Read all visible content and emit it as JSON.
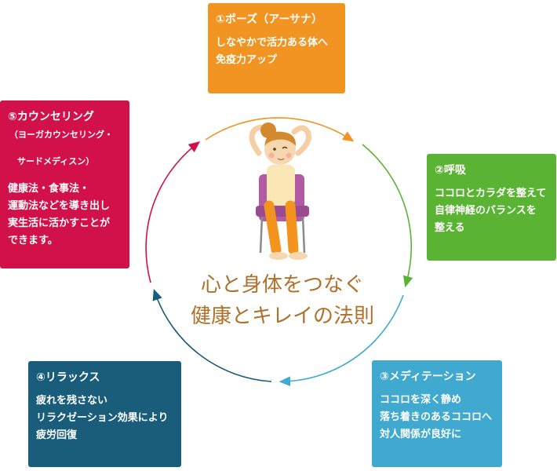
{
  "center": {
    "line1": "心と身体をつなぐ",
    "line2": "健康とキレイの法則"
  },
  "colors": {
    "pose": "#f29421",
    "breath": "#5bb334",
    "meditation": "#3fa9cf",
    "relax": "#1a5d7b",
    "counsel": "#d2114a",
    "center_text": "#b0702a"
  },
  "steps": {
    "pose": {
      "title": "①ポーズ（アーサナ）",
      "line1": "しなやかで活力ある体へ",
      "line2": "免疫力アップ"
    },
    "breath": {
      "title": "②呼吸",
      "line1": "ココロとカラダを整えて",
      "line2": "自律神経のバランスを",
      "line3": "整える"
    },
    "meditation": {
      "title": "③メディテーション",
      "line1": "ココロを深く静め",
      "line2": "落ち着きのあるココロへ",
      "line3": "対人関係が良好に"
    },
    "relax": {
      "title": "④リラックス",
      "line1": "疲れを残さない",
      "line2": "リラクゼーション効果により",
      "line3": "疲労回復"
    },
    "counsel": {
      "title": "⑤カウンセリング",
      "sub1": "（ヨーガカウンセリング・",
      "sub2": "サードメディスン）",
      "line1": "健康法・食事法・",
      "line2": "運動法などを導き出し",
      "line3": "実生活に活かすことが",
      "line4": "できます。"
    }
  },
  "illustration": "woman-sitting-yoga-chair"
}
